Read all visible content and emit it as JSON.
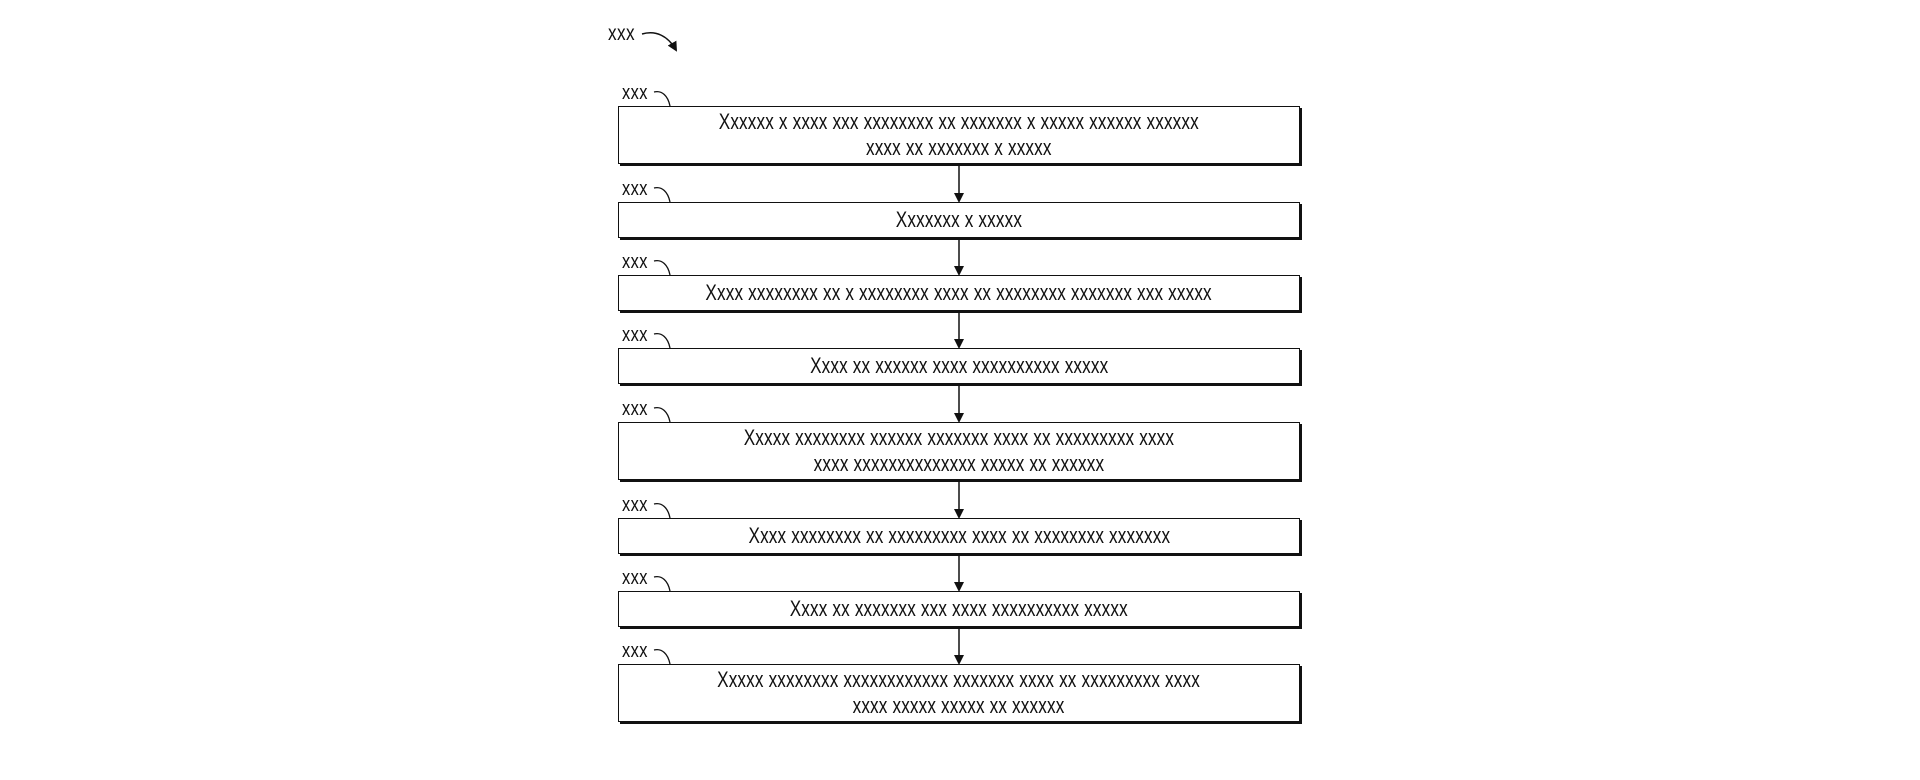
{
  "figure": {
    "ref": "xxx"
  },
  "steps": [
    {
      "ref": "xxx",
      "text": "Xxxxxx x xxxx xxx xxxxxxxx xx xxxxxxx x xxxxx xxxxxx xxxxxx\nxxxx xx xxxxxxx x xxxxx"
    },
    {
      "ref": "xxx",
      "text": "Xxxxxxx x xxxxx"
    },
    {
      "ref": "xxx",
      "text": "Xxxx xxxxxxxx xx x xxxxxxxx xxxx xx xxxxxxxx xxxxxxx xxx xxxxx"
    },
    {
      "ref": "xxx",
      "text": "Xxxx xx xxxxxx xxxx xxxxxxxxxx xxxxx"
    },
    {
      "ref": "xxx",
      "text": "Xxxxx xxxxxxxx xxxxxx xxxxxxx xxxx xx xxxxxxxxx xxxx\nxxxx xxxxxxxxxxxxxx xxxxx xx xxxxxx"
    },
    {
      "ref": "xxx",
      "text": "Xxxx xxxxxxxx xx xxxxxxxxx xxxx xx xxxxxxxx xxxxxxx"
    },
    {
      "ref": "xxx",
      "text": "Xxxx xx xxxxxxx xxx xxxx xxxxxxxxxx xxxxx"
    },
    {
      "ref": "xxx",
      "text": "Xxxxx xxxxxxxx xxxxxxxxxxxx xxxxxxx xxxx xx xxxxxxxxx xxxx\nxxxx xxxxx xxxxx xx xxxxxx"
    }
  ]
}
